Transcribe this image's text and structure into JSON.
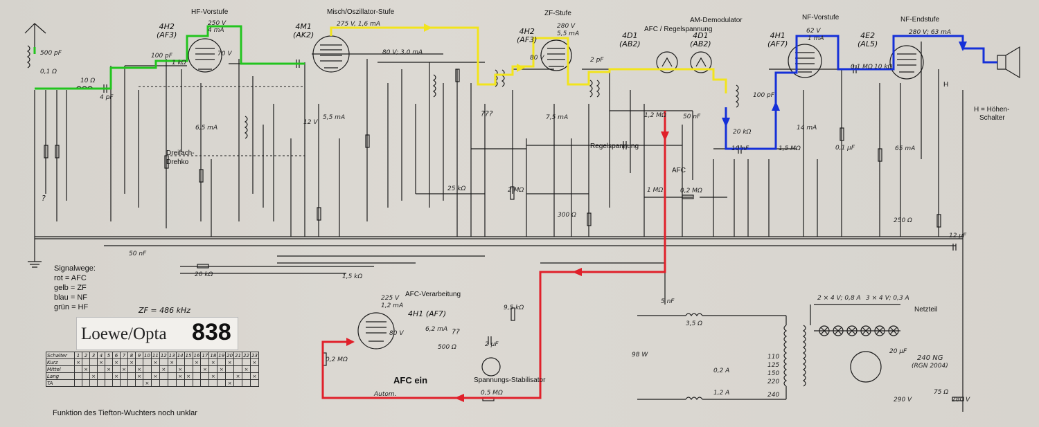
{
  "title": "Loewe/Opta 838",
  "brand": {
    "name": "Loewe/Opta",
    "model": "838"
  },
  "stages": {
    "hf": "HF-Vorstufe",
    "mixer": "Misch/Oszillator-Stufe",
    "if": "ZF-Stufe",
    "am_demod": "AM-Demodulator",
    "afc_control": "AFC / Regelspannung",
    "af_pre": "NF-Vorstufe",
    "af_out": "NF-Endstufe",
    "afc_proc": "AFC-Verarbeitung",
    "power": "Netzteil"
  },
  "tubes": [
    {
      "id": "4H2",
      "type": "(AF3)"
    },
    {
      "id": "4M1",
      "type": "(AK2)"
    },
    {
      "id": "4H2",
      "type": "(AF3)"
    },
    {
      "id": "4D1",
      "type": "(AB2)"
    },
    {
      "id": "4D1",
      "type": "(AB2)"
    },
    {
      "id": "4H1",
      "type": "(AF7)"
    },
    {
      "id": "4E2",
      "type": "(AL5)"
    },
    {
      "id": "4H1",
      "type": "(AF7)"
    }
  ],
  "legend": {
    "heading": "Signalwege:",
    "items": [
      {
        "text": "rot = AFC",
        "color": "#e0202a"
      },
      {
        "text": "gelb = ZF",
        "color": "#f2e41c"
      },
      {
        "text": "blau = NF",
        "color": "#1530d8"
      },
      {
        "text": "grün = HF",
        "color": "#22c41e"
      }
    ]
  },
  "zf_text": "ZF = 486 kHz",
  "annotations": {
    "dreifach": "Dreifach-",
    "drehko": "Drehko",
    "regelspannung": "Regelspannung",
    "afc": "AFC",
    "afc_ein": "AFC ein",
    "stabilisator": "Spannungs-Stabilisator",
    "hoehen1": "H = Höhen-",
    "hoehen2": "Schalter",
    "h": "H",
    "unknown1": "???",
    "unknown2": "??",
    "unknown3": "?",
    "autom": "Autom.",
    "power_w": "98 W",
    "rectifier": "240 NG",
    "rectifier2": "(RGN 2004)",
    "note": "Funktion des Tiefton-Wuchters noch unklar"
  },
  "values": {
    "v1": "500 pF",
    "v2": "0,1 Ω",
    "v3": "10 Ω",
    "v4": "4 pF",
    "v5": "100 pF",
    "v6": "1 kΩ",
    "v7": "250 V",
    "v8": "4 mA",
    "v9": "70 V",
    "v10": "275 V, 1,6 mA",
    "v11": "80 V; 3,0 mA",
    "v12": "280 V",
    "v13": "5,5 mA",
    "v14": "80 V",
    "v15": "2 pF",
    "v16": "100 pF",
    "v17": "1,2 MΩ",
    "v18": "50 nF",
    "v19": "10 nF",
    "v20": "20 kΩ",
    "v21": "1,5 MΩ",
    "v22": "0,2 MΩ",
    "v23": "2 MΩ",
    "v24": "25 kΩ",
    "v25": "300 Ω",
    "v26": "1 MΩ",
    "v27": "20 kΩ",
    "v28": "1,5 kΩ",
    "v29": "50 nF",
    "v30": "5 nF",
    "v31": "3,5 Ω",
    "v32": "225 V",
    "v33": "1,2 mA",
    "v34": "9,5 kΩ",
    "v35": "6,2 mA",
    "v36": "2 µF",
    "v37": "0,5 MΩ",
    "v38": "62 V",
    "v39": "1 mA",
    "v40": "0,1 MΩ",
    "v41": "10 kΩ",
    "v42": "280 V; 63 mA",
    "v43": "250 Ω",
    "v44": "12 µF",
    "v45": "110",
    "v46": "125",
    "v47": "150",
    "v48": "220",
    "v49": "240",
    "v50": "0,2 A",
    "v51": "1,2 A",
    "v52": "20 µF",
    "v53": "290 V",
    "v54": "75 Ω",
    "v55": "280 V",
    "v56": "2 × 4 V; 0,8 A",
    "v57": "3 × 4 V; 0,3 A",
    "v58": "6,5 mA",
    "v59": "7,5 mA",
    "v60": "14 mA",
    "v61": "65 mA",
    "v62": "12 V",
    "v63": "5,5 mA",
    "v64": "500 Ω",
    "v65": "0,2 MΩ",
    "v66": "0,1 µF",
    "v67": "80 V"
  },
  "switch_table": {
    "header_label": "Schalter",
    "numbers": [
      "1",
      "2",
      "3",
      "4",
      "5",
      "6",
      "7",
      "8",
      "9",
      "10",
      "11",
      "12",
      "13",
      "14",
      "15",
      "16",
      "17",
      "18",
      "19",
      "20",
      "21",
      "22",
      "23"
    ],
    "rows": [
      {
        "label": "Kurz",
        "marks": [
          1,
          0,
          0,
          1,
          0,
          1,
          0,
          1,
          0,
          0,
          1,
          0,
          1,
          0,
          0,
          1,
          0,
          1,
          0,
          1,
          0,
          0,
          1
        ]
      },
      {
        "label": "Mittel",
        "marks": [
          0,
          1,
          0,
          0,
          1,
          0,
          1,
          0,
          1,
          0,
          0,
          1,
          0,
          1,
          0,
          0,
          1,
          0,
          1,
          0,
          0,
          1,
          0
        ]
      },
      {
        "label": "Lang",
        "marks": [
          0,
          0,
          1,
          0,
          0,
          1,
          0,
          0,
          1,
          0,
          1,
          0,
          0,
          1,
          1,
          0,
          0,
          1,
          0,
          0,
          1,
          0,
          1
        ]
      },
      {
        "label": "TA",
        "marks": [
          0,
          0,
          0,
          0,
          0,
          0,
          0,
          0,
          0,
          1,
          0,
          0,
          0,
          0,
          0,
          0,
          0,
          0,
          0,
          1,
          0,
          0,
          0
        ]
      }
    ]
  }
}
